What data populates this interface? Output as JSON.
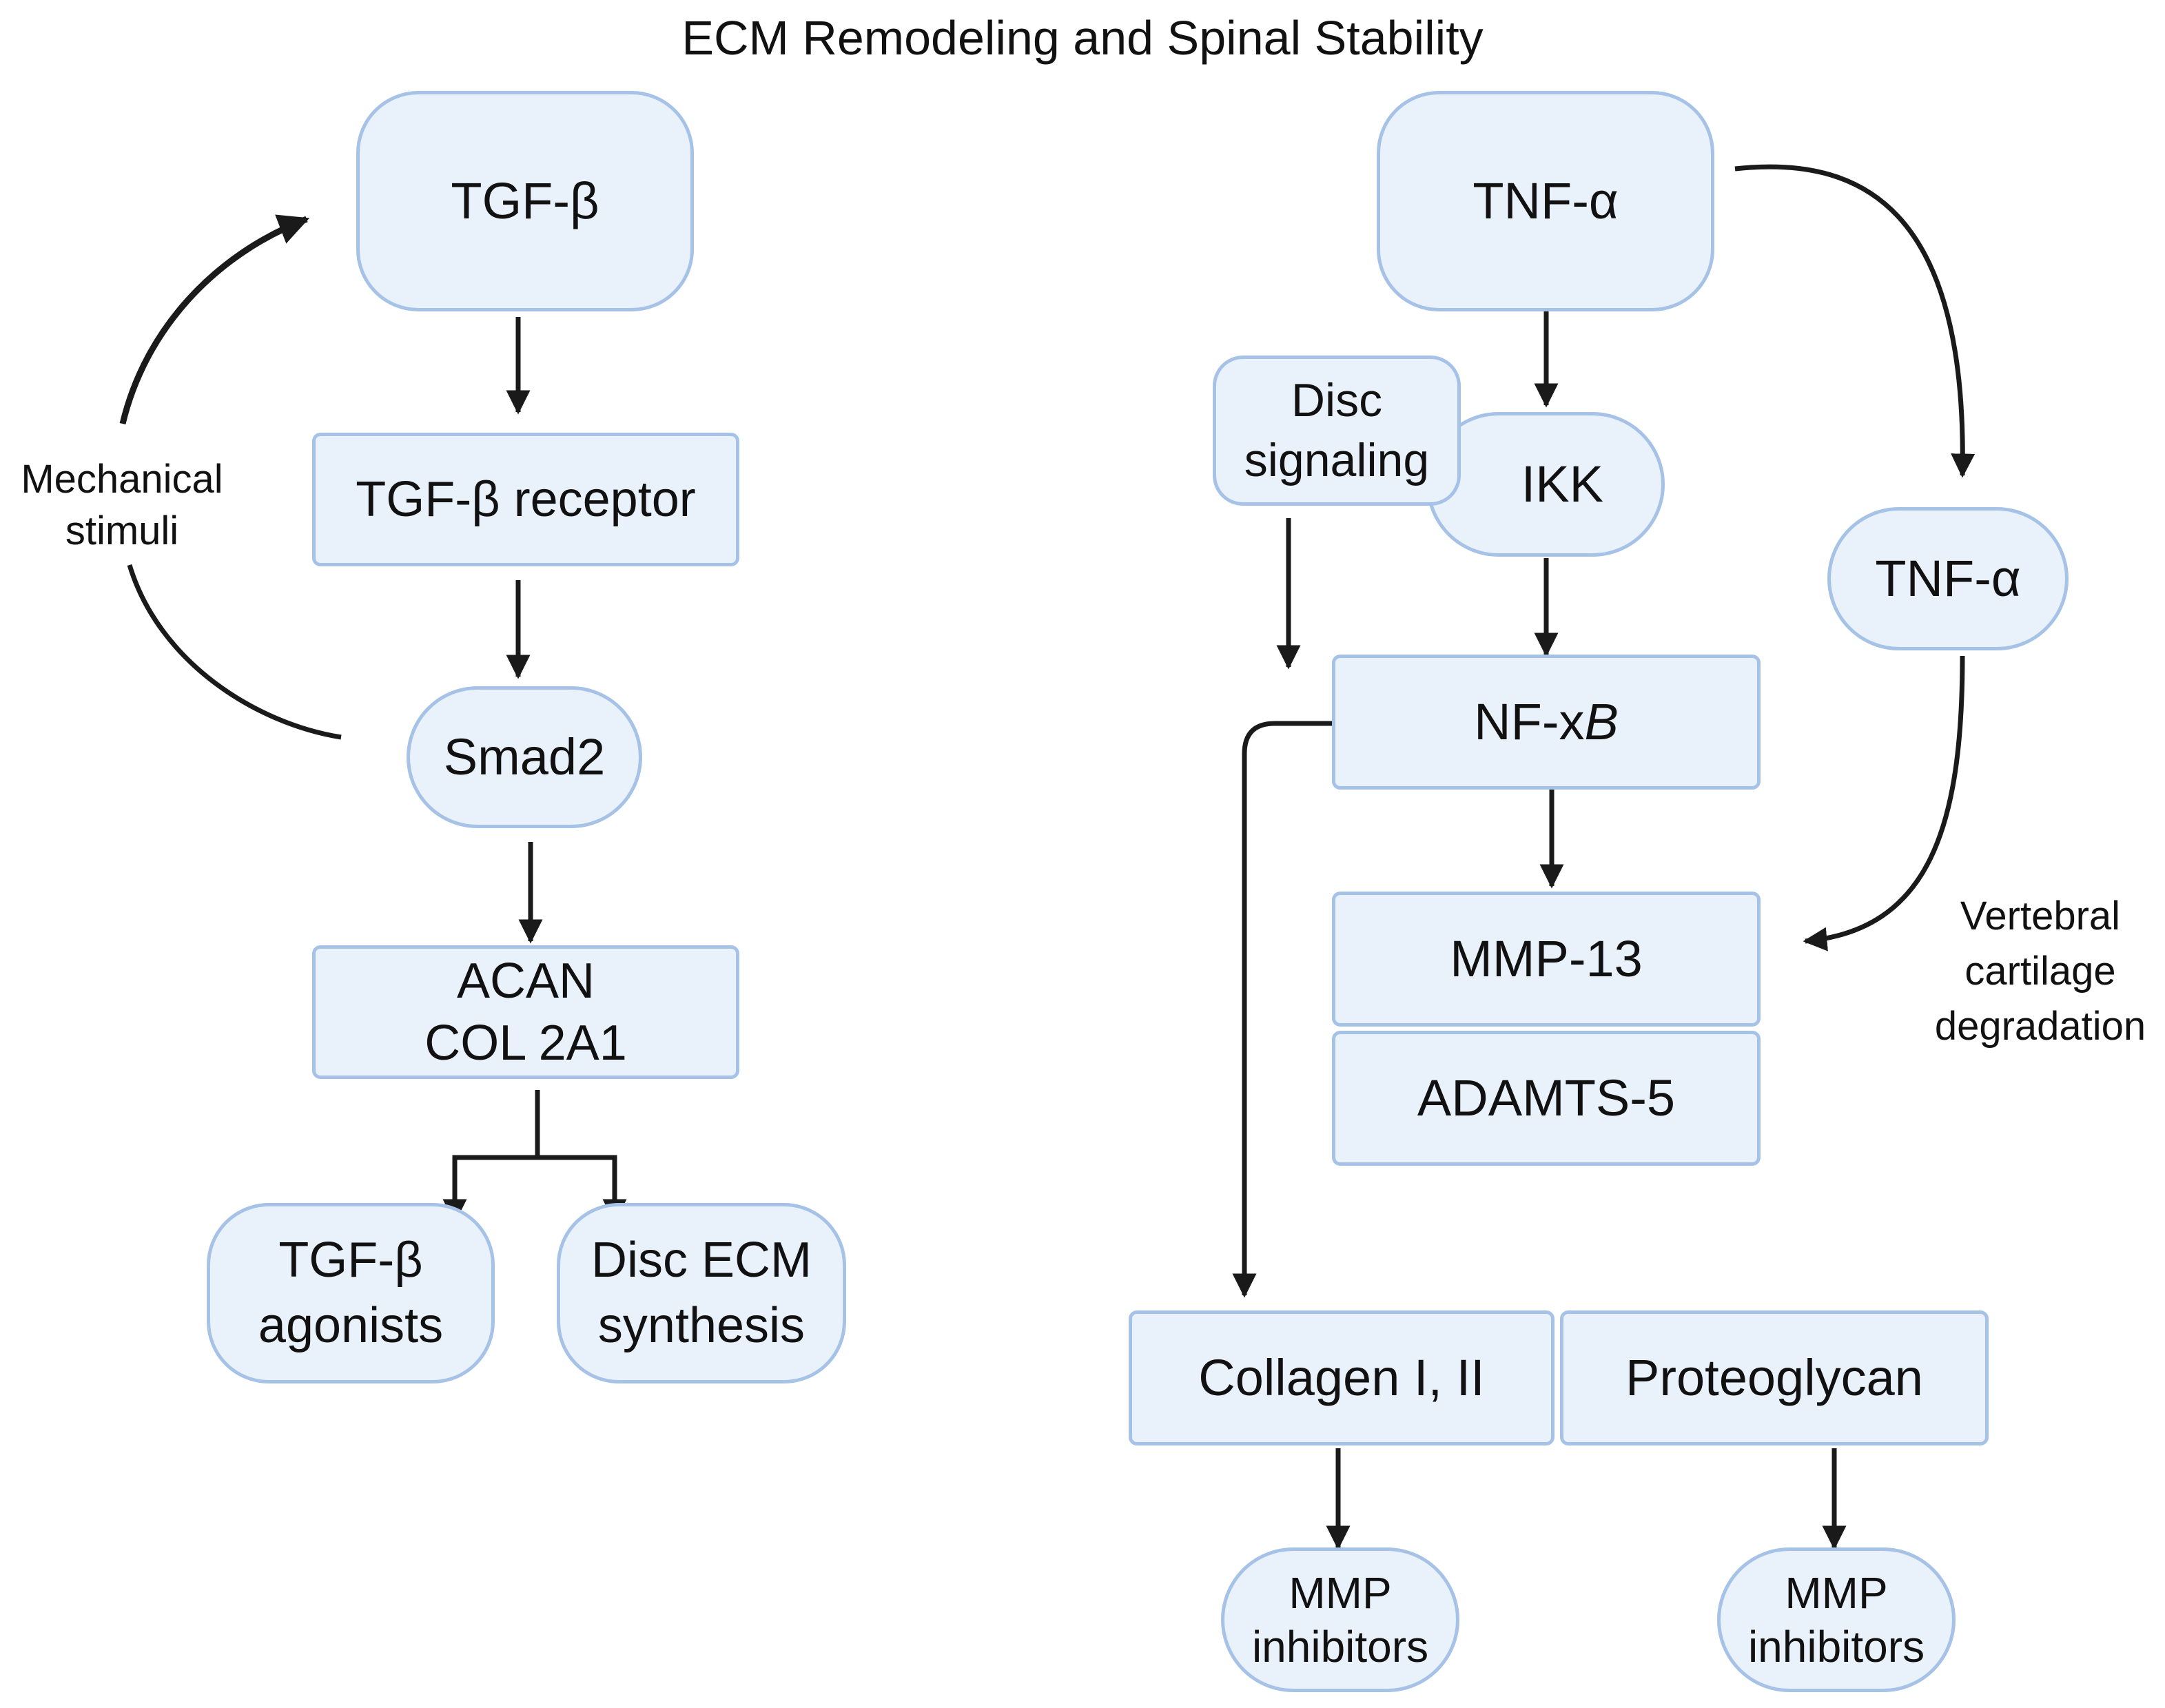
{
  "title": "ECM Remodeling and Spinal Stability",
  "colors": {
    "node_fill": "#e9f1fb",
    "node_border": "#a6c2e6",
    "arrow": "#1a1a1a",
    "text": "#111111"
  },
  "left_pathway": {
    "tgf_beta": "TGF-β",
    "tgf_beta_receptor": "TGF-β receptor",
    "smad2": "Smad2",
    "acan_col": "ACAN\nCOL 2A1",
    "tgf_beta_agonists": "TGF-β\nagonists",
    "disc_ecm_synthesis": "Disc ECM\nsynthesis",
    "mechanical_stimuli": "Mechanical\nstimuli"
  },
  "right_pathway": {
    "tnf_alpha_top": "TNF-α",
    "disc_signaling": "Disc\nsignaling",
    "ikk": "IKK",
    "nf_kb_prefix": "NF-x",
    "nf_kb_suffix": "B",
    "tnf_alpha_side": "TNF-α",
    "mmp13": "MMP-13",
    "adamts5": "ADAMTS-5",
    "vertebral_cartilage_degradation": "Vertebral\ncartilage\ndegradation",
    "collagen": "Collagen I, II",
    "proteoglycan": "Proteoglycan",
    "mmp_inhibitors_left": "MMP\ninhibitors",
    "mmp_inhibitors_right": "MMP\ninhibitors"
  }
}
